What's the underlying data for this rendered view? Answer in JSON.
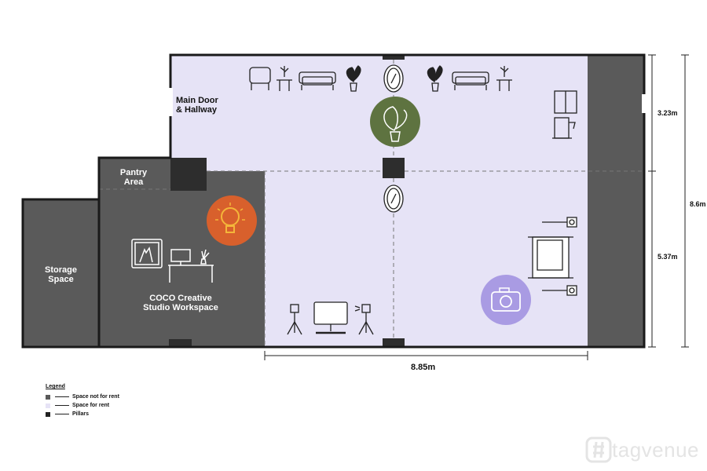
{
  "rooms": {
    "main_door": "Main Door\n& Hallway",
    "pantry": "Pantry\nArea",
    "storage": "Storage\nSpace",
    "workspace": "COCO Creative\nStudio Workspace"
  },
  "dimensions": {
    "width_bottom": "8.85m",
    "height_top": "3.23m",
    "height_total": "8.6m",
    "height_bottom": "5.37m"
  },
  "legend": {
    "title": "Legend",
    "items": [
      {
        "label": "Space not for rent",
        "color": "#5a5a5a"
      },
      {
        "label": "Space for rent",
        "color": "#e6e3f6"
      },
      {
        "label": "Pillars",
        "color": "#222222"
      }
    ]
  },
  "colors": {
    "rent_space": "#e6e3f6",
    "not_for_rent": "#5a5a5a",
    "pillar": "#2d2d2d",
    "plant_circle": "#5e7340",
    "bulb_circle": "#d8602c",
    "camera_circle": "#a99be3"
  },
  "brand": {
    "name": "tagvenue",
    "icon": "tagvenue-logo-icon"
  }
}
